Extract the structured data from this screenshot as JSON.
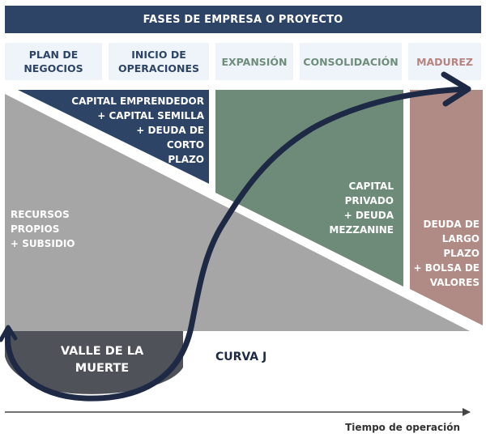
{
  "header": {
    "title": "FASES DE EMPRESA O PROYECTO"
  },
  "phases": [
    {
      "label": "PLAN DE\nNEGOCIOS",
      "color": "#2d4466"
    },
    {
      "label": "INICIO DE\nOPERACIONES",
      "color": "#2d4466"
    },
    {
      "label": "EXPANSIÓN",
      "color": "#6f8d7b"
    },
    {
      "label": "CONSOLIDACIÓN",
      "color": "#6f8d7b"
    },
    {
      "label": "MADUREZ",
      "color": "#b8827e"
    }
  ],
  "funding": {
    "own": "RECURSOS\nPROPIOS\n+ SUBSIDIO",
    "entrepreneur": "CAPITAL EMPRENDEDOR\n+ CAPITAL SEMILLA\n+ DEUDA DE\nCORTO\nPLAZO",
    "private": "CAPITAL\nPRIVADO\n+ DEUDA\nMEZZANINE",
    "long_term": "DEUDA DE\nLARGO\nPLAZO\n+ BOLSA DE\nVALORES"
  },
  "valley": {
    "label": "VALLE DE LA\nMUERTE"
  },
  "curve": {
    "label": "CURVA J"
  },
  "axis": {
    "x_label": "Tiempo de operación"
  },
  "colors": {
    "navy": "#2d4466",
    "green": "#6e8b79",
    "rose": "#b08a85",
    "gray": "#a6a6a6",
    "valley": "#50525a",
    "curve": "#1e2a45",
    "axis": "#444444"
  }
}
